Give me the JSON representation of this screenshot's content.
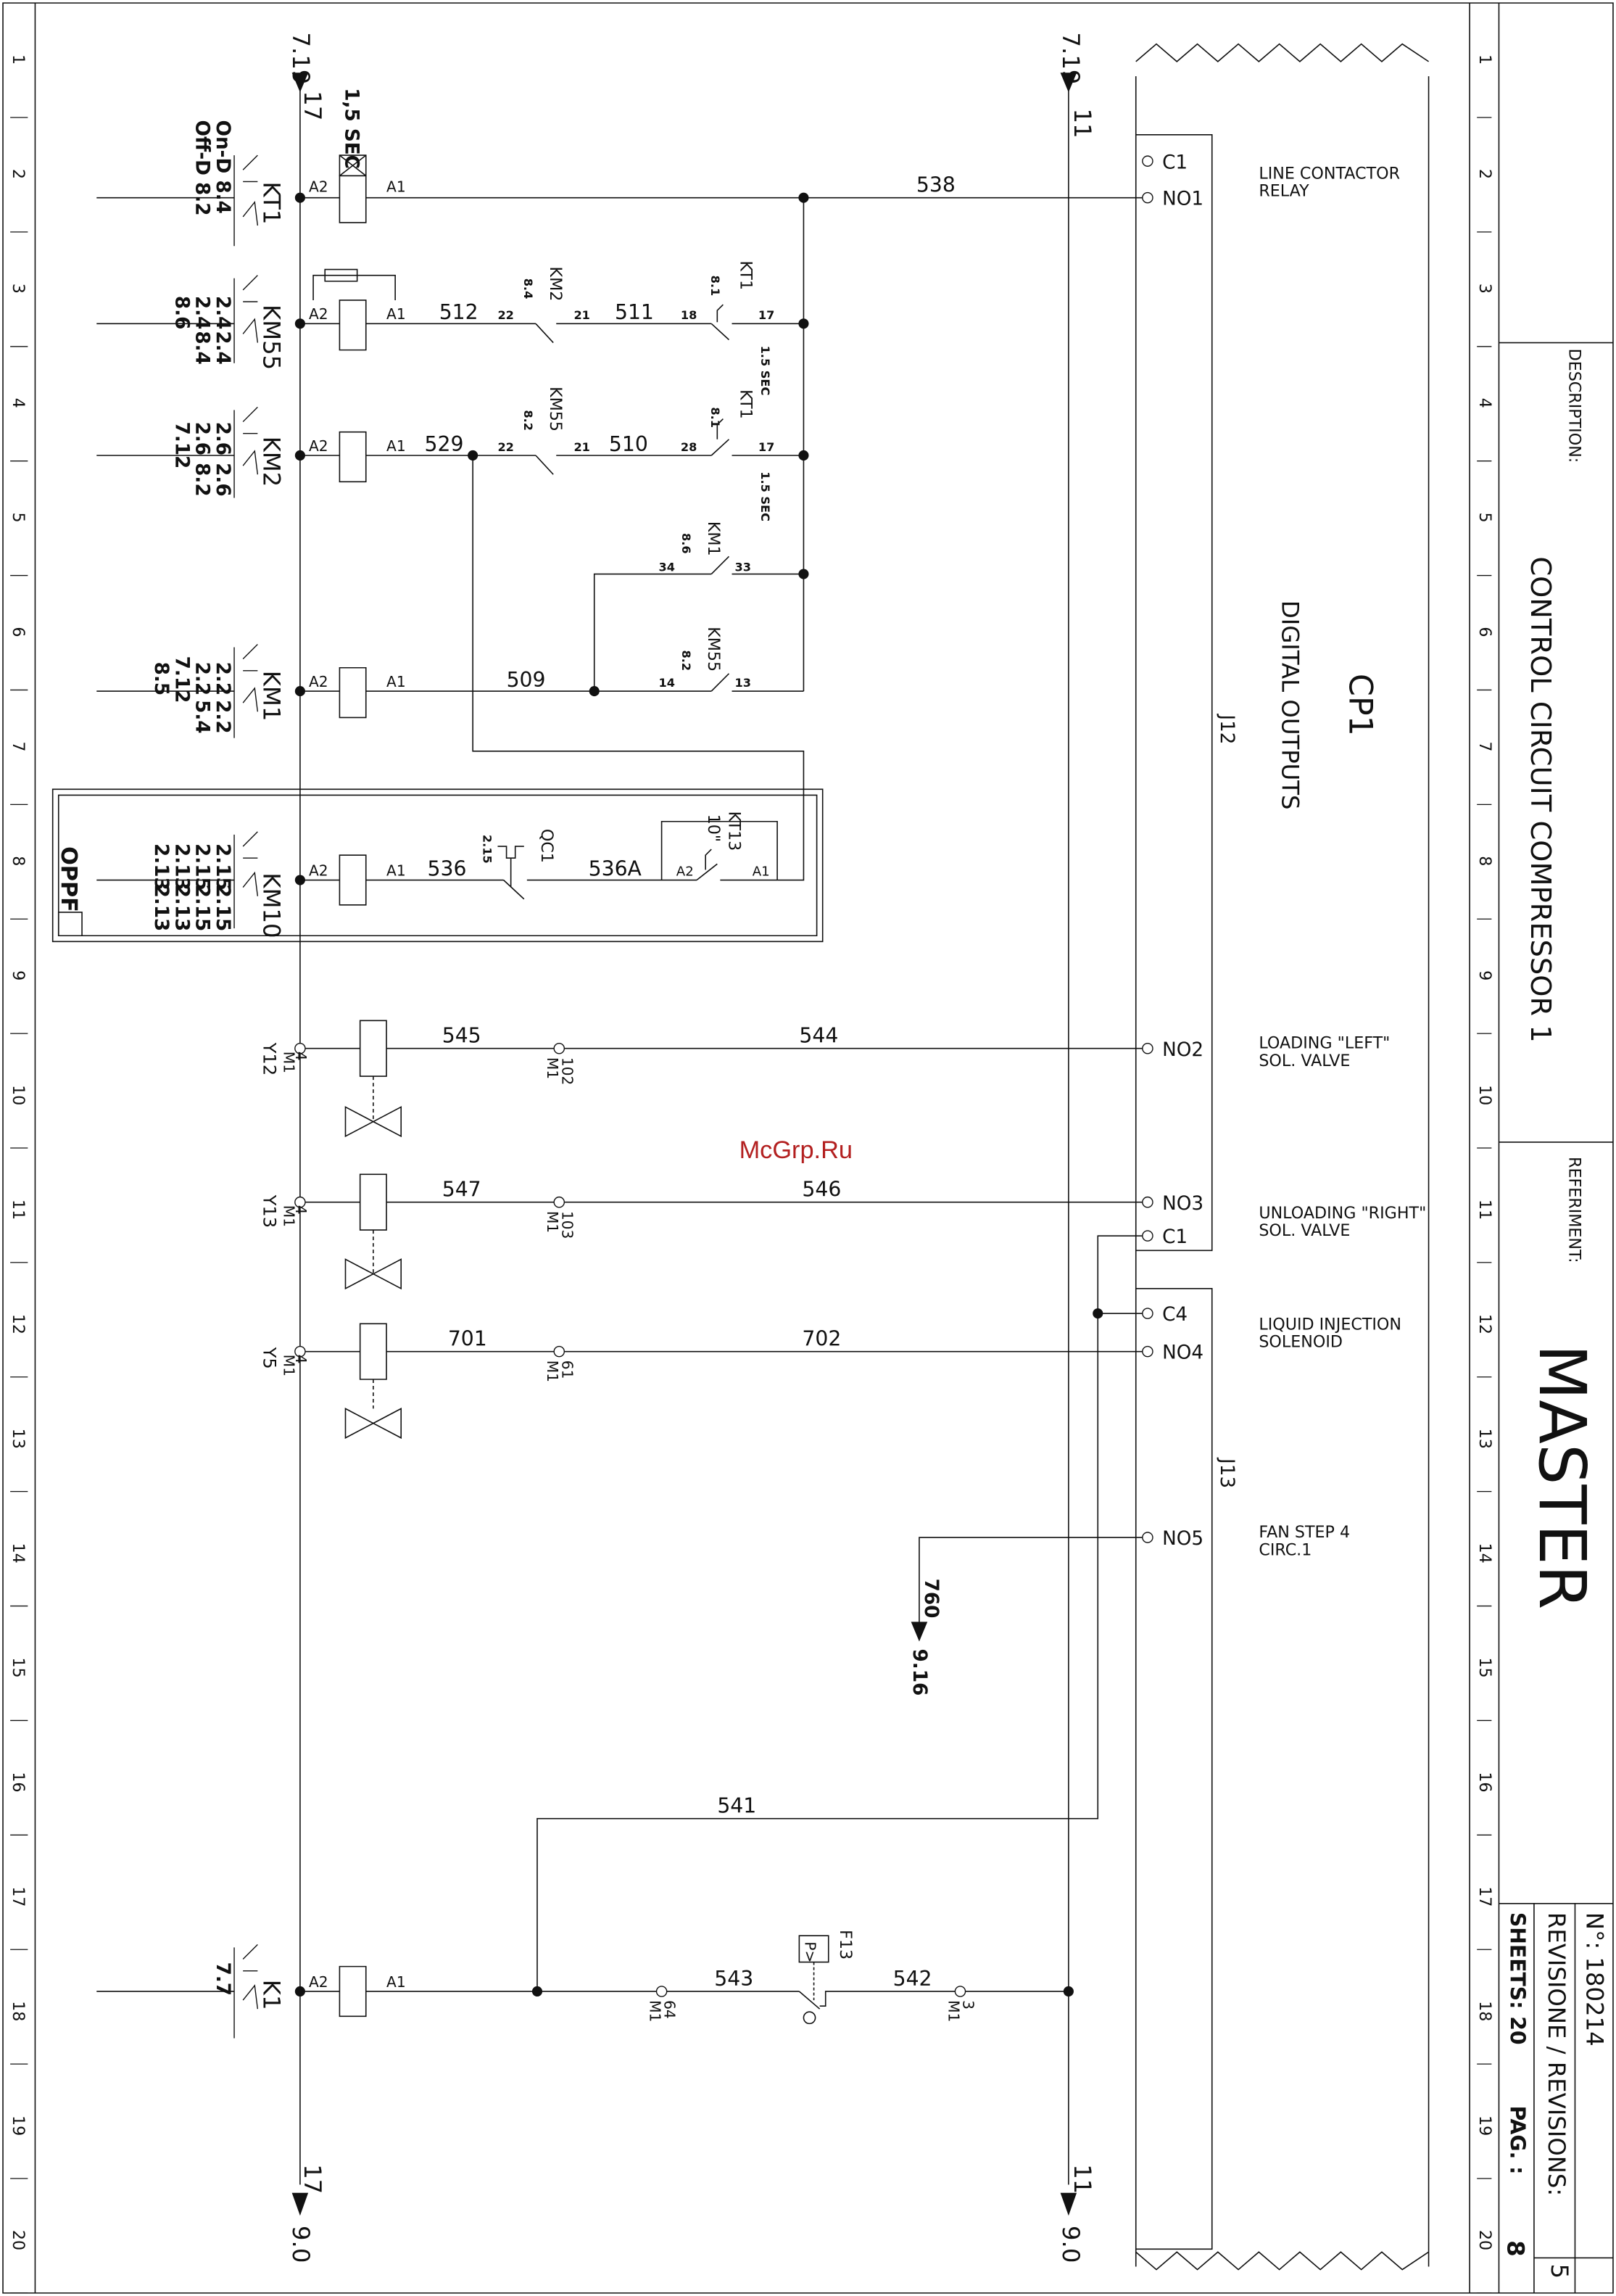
{
  "grid": {
    "rows": [
      "1",
      "2",
      "3",
      "4",
      "5",
      "6",
      "7",
      "8",
      "9",
      "10",
      "11",
      "12",
      "13",
      "14",
      "15",
      "16",
      "17",
      "18",
      "19",
      "20"
    ]
  },
  "rails": {
    "left_top_ref": "7.19",
    "left_wire": "17",
    "left_bottom_wire": "17",
    "left_bottom_ref": "9.0",
    "right_top_ref": "7.19",
    "right_wire": "11",
    "right_bottom_wire": "11",
    "right_bottom_ref": "9.0"
  },
  "coils": [
    {
      "id": "KT1",
      "a2": "A2",
      "a1": "A1",
      "note": "1,5 SEC",
      "contacts": [
        "On-D 8.4",
        "Off-D 8.2"
      ]
    },
    {
      "id": "KM55",
      "a2": "A2",
      "a1": "A1",
      "contacts_a": [
        "2.4",
        "2.4",
        "8.6"
      ],
      "contacts_b": [
        "2.4",
        "8.4"
      ]
    },
    {
      "id": "KM2",
      "a2": "A2",
      "a1": "A1",
      "contacts_a": [
        "2.6",
        "2.6",
        "7.12"
      ],
      "contacts_b": [
        "2.6",
        "8.2"
      ]
    },
    {
      "id": "KM1",
      "a2": "A2",
      "a1": "A1",
      "contacts_a": [
        "2.2",
        "2.2",
        "7.12",
        "8.5"
      ],
      "contacts_b": [
        "2.2",
        "5.4"
      ]
    },
    {
      "id": "KM10",
      "a2": "A2",
      "a1": "A1",
      "contacts_a": [
        "2.15",
        "2.15",
        "2.13",
        "2.13"
      ],
      "contacts_b": [
        "2.15",
        "2.15",
        "2.13",
        "2.13"
      ]
    },
    {
      "id": "K1",
      "a2": "A2",
      "a1": "A1",
      "contacts_a": [
        "7.7"
      ]
    }
  ],
  "wires": {
    "w538": "538",
    "w512": "512",
    "w511": "511",
    "w529": "529",
    "w510": "510",
    "w509": "509",
    "w536": "536",
    "w536a": "536A",
    "w545": "545",
    "w544": "544",
    "w547": "547",
    "w546": "546",
    "w701": "701",
    "w702": "702",
    "w541": "541",
    "w543": "543",
    "w542": "542",
    "w760": "760",
    "ref916": "9.16"
  },
  "contacts": {
    "km2_label": "KM2",
    "km2_ref": "8.4",
    "km2_t1": "22",
    "km2_t2": "21",
    "kt1a_label": "KT1",
    "kt1a_ref": "8.1",
    "kt1a_t1": "18",
    "kt1a_t2": "17",
    "kt1a_time": "1.5 SEC",
    "km55_label": "KM55",
    "km55_ref": "8.2",
    "km55_t1": "22",
    "km55_t2": "21",
    "kt1b_label": "KT1",
    "kt1b_ref": "8.1",
    "kt1b_t1": "28",
    "kt1b_t2": "17",
    "kt1b_time": "1.5 SEC",
    "km1_label": "KM1",
    "km1_ref": "8.6",
    "km1_t1": "34",
    "km1_t2": "33",
    "km55b_label": "KM55",
    "km55b_ref": "8.2",
    "km55b_t1": "14",
    "km55b_t2": "13",
    "qc1_label": "QC1",
    "qc1_ref": "2.15",
    "kt13_label": "KT13",
    "kt13_time": "10\"",
    "kt13_a2": "A2",
    "kt13_a1": "A1",
    "f13_label": "F13",
    "f13_symbol": "P>"
  },
  "oppf": "OPPF",
  "valves": [
    {
      "id": "Y12",
      "m1": "M1",
      "pin": "4",
      "term": "102",
      "term_m": "M1"
    },
    {
      "id": "Y13",
      "m1": "M1",
      "pin": "4",
      "term": "103",
      "term_m": "M1"
    },
    {
      "id": "Y5",
      "m1": "M1",
      "pin": "4",
      "term": "61",
      "term_m": "M1"
    }
  ],
  "k1_terms": {
    "t64": "64",
    "t64m": "M1",
    "t3": "3",
    "t3m": "M1"
  },
  "cp1": {
    "title": "CP1",
    "subtitle": "DIGITAL OUTPUTS",
    "j12": "J12",
    "j13": "J13",
    "pins": [
      "C1",
      "NO1",
      "NO2",
      "NO3",
      "C1",
      "C4",
      "NO4",
      "NO5"
    ]
  },
  "descriptions": {
    "line_contactor": [
      "LINE CONTACTOR",
      "RELAY"
    ],
    "loading_left": [
      "LOADING \"LEFT\"",
      "SOL. VALVE"
    ],
    "unloading_right": [
      "UNLOADING \"RIGHT\"",
      "SOL. VALVE"
    ],
    "liquid_injection": [
      "LIQUID INJECTION",
      "SOLENOID"
    ],
    "fan_step": [
      "FAN STEP 4",
      "CIRC.1"
    ]
  },
  "title_block": {
    "description_label": "DESCRIPTION:",
    "description": "CONTROL CIRCUIT COMPRESSOR 1",
    "reference_label": "REFERIMENT:",
    "reference": "MASTER",
    "number_label": "N°: 180214",
    "revision_label": "REVISIONE / REVISIONS:",
    "revision_value": "5",
    "sheets_label": "SHEETS: 20",
    "page_label": "PAG. :",
    "page_value": "8"
  },
  "watermark": "McGrp.Ru"
}
